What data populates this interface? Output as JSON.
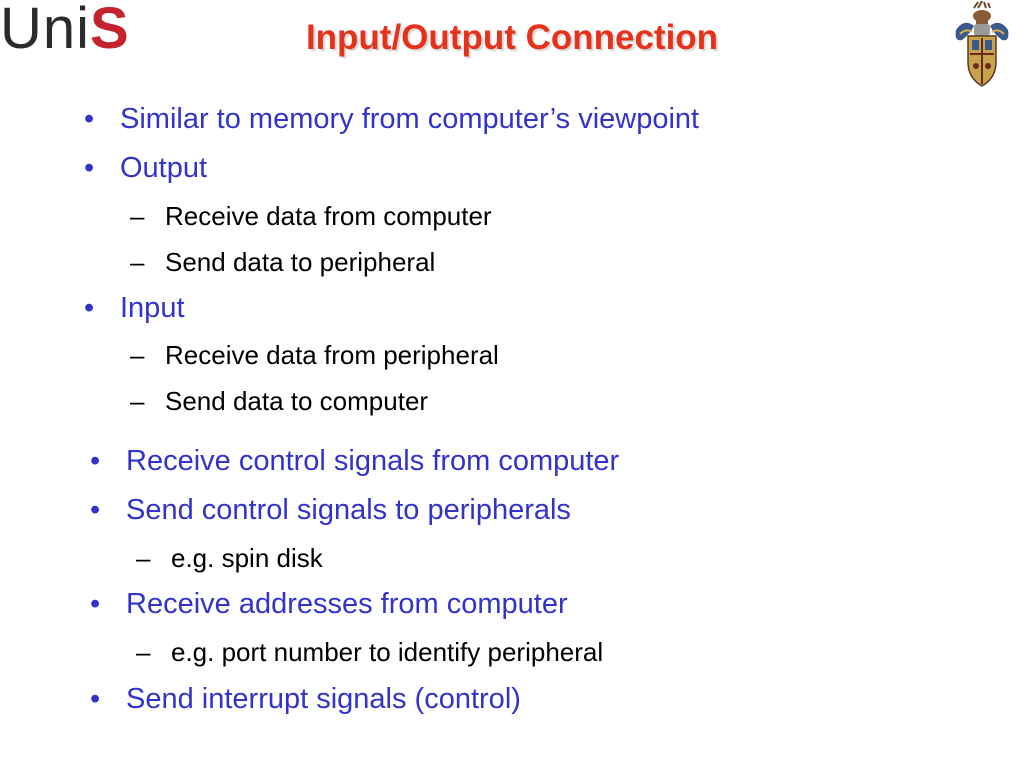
{
  "header": {
    "logo": {
      "uni": "Uni",
      "s": "S"
    },
    "title": "Input/Output Connection",
    "crest_icon": "university-crest-icon"
  },
  "colors": {
    "title": "#e8311a",
    "level1": "#3333cc",
    "level2": "#000000",
    "logo_accent": "#c4222d"
  },
  "bullets": [
    {
      "level": 1,
      "marker": "•",
      "text": "Similar to memory from computer’s viewpoint"
    },
    {
      "level": 1,
      "marker": "•",
      "text": "Output"
    },
    {
      "level": 2,
      "marker": "–",
      "text": "Receive data from computer"
    },
    {
      "level": 2,
      "marker": "–",
      "text": "Send data to peripheral"
    },
    {
      "level": 1,
      "marker": "•",
      "text": "Input"
    },
    {
      "level": 2,
      "marker": "–",
      "text": "Receive data from peripheral"
    },
    {
      "level": 2,
      "marker": "–",
      "text": "Send data to computer"
    },
    {
      "level": 1,
      "marker": "•",
      "text": "Receive control signals from computer"
    },
    {
      "level": 1,
      "marker": "•",
      "text": "Send control signals to peripherals"
    },
    {
      "level": 2,
      "marker": "–",
      "text": "e.g. spin disk"
    },
    {
      "level": 1,
      "marker": "•",
      "text": "Receive addresses from computer"
    },
    {
      "level": 2,
      "marker": "–",
      "text": "e.g. port number to identify peripheral"
    },
    {
      "level": 1,
      "marker": "•",
      "text": "Send interrupt signals (control)"
    }
  ]
}
